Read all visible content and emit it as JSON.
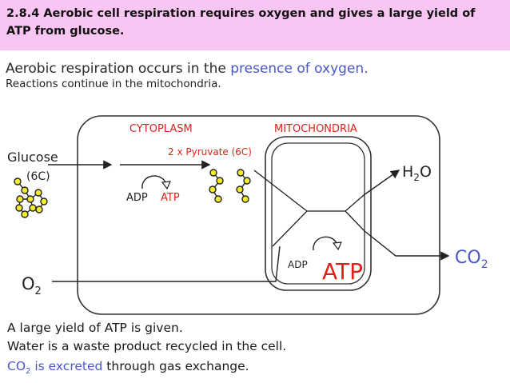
{
  "banner": {
    "title_line1": "2.8.4 Aerobic cell respiration requires oxygen and gives a large yield of",
    "title_line2": "ATP from glucose."
  },
  "intro": {
    "heading_part1": "Aerobic respiration occurs in the ",
    "heading_part2": "presence of oxygen.",
    "subheading": "Reactions continue in the mitochondria."
  },
  "diagram": {
    "cytoplasm_label": "CYTOPLASM",
    "mitochondria_label": "MITOCHONDRIA",
    "glucose_label": "Glucose",
    "glucose_carbon": "(6C)",
    "pyruvate_label": "2 x Pyruvate (6C)",
    "adp_cyto": "ADP",
    "atp_cyto": "ATP",
    "adp_mito": "ADP",
    "atp_mito": "ATP",
    "water_label": "H",
    "water_sub": "2",
    "water_tail": "O",
    "co2_label": "CO",
    "co2_sub": "2",
    "o2_label": "O",
    "o2_sub": "2",
    "colors": {
      "accent_red": "#e0201b",
      "accent_blue": "#4b57c8",
      "nucleotide_yellow": "#f3ec2a"
    }
  },
  "summary": {
    "line1": "A large yield of ATP is given.",
    "line2": "Water is a waste product recycled in the cell.",
    "line3_part1": "CO",
    "line3_sub": "2",
    "line3_part2": " is excreted",
    "line3_part3": " through gas exchange."
  }
}
